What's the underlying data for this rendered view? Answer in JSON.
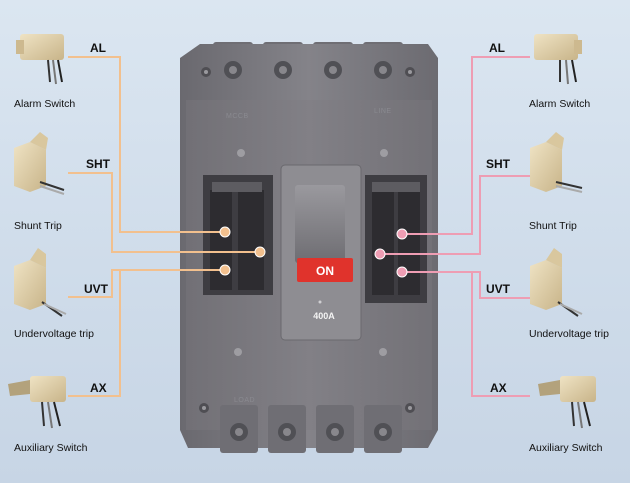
{
  "breaker": {
    "rating": "400A",
    "switch_label": "ON",
    "top_marking": "MCCB",
    "line_marking": "LINE",
    "load_marking": "LOAD"
  },
  "accessories": {
    "left": [
      {
        "code": "AL",
        "label": "Alarm Switch"
      },
      {
        "code": "SHT",
        "label": "Shunt Trip"
      },
      {
        "code": "UVT",
        "label": "Undervoltage trip"
      },
      {
        "code": "AX",
        "label": "Auxiliary Switch"
      }
    ],
    "right": [
      {
        "code": "AL",
        "label": "Alarm Switch"
      },
      {
        "code": "SHT",
        "label": "Shunt Trip"
      },
      {
        "code": "UVT",
        "label": "Undervoltage trip"
      },
      {
        "code": "AX",
        "label": "Auxiliary Switch"
      }
    ]
  },
  "colors": {
    "left_wire": "#f2c08e",
    "right_wire": "#ee9db3",
    "breaker_body": "#7b7a80",
    "on_button": "#e0332c"
  }
}
